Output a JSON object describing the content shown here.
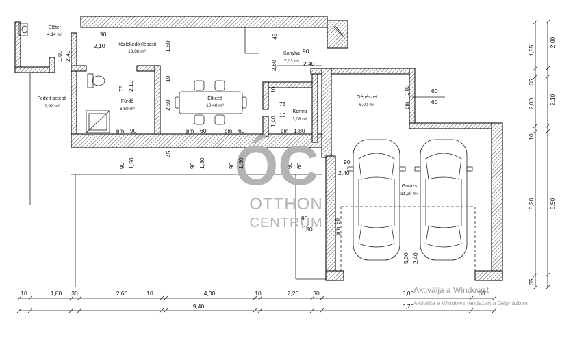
{
  "rooms": {
    "eloter": {
      "name": "Előtér",
      "area": "4,14 m²"
    },
    "kozlekedo": {
      "name": "Közlekedő+lépcső",
      "area": "13,06 m²"
    },
    "fedett": {
      "name": "Fedett belépő",
      "area": "2,92 m²"
    },
    "furdo": {
      "name": "Fürdő",
      "area": "6,50 m²"
    },
    "etkezo": {
      "name": "Étkező",
      "area": "10,40 m²"
    },
    "konyha": {
      "name": "Konyha",
      "area": "7,03 m²"
    },
    "kamra": {
      "name": "Kamra",
      "area": "3,08 m²"
    },
    "gepeszet": {
      "name": "Gépészet",
      "area": "6,00 m²"
    },
    "garazs": {
      "name": "Garázs",
      "area": "31,20 m²"
    }
  },
  "openings": {
    "d90_top": "90",
    "d210_top": "2,10",
    "d150_koz": "1,50",
    "d45_koz": "45",
    "d90_konyha": "90",
    "d240_konyha": "2,40",
    "d260_konyha": "2,60",
    "d100_left": "1,00",
    "d240_left": "2,40",
    "d75_furdo": "75",
    "d210_furdo": "2,10",
    "d10_mid": "10",
    "d250_mid": "2,50",
    "d10_kamra": "10",
    "d75_kamra": "75",
    "d10_kamra2": "10",
    "d140_kamra": "1,40",
    "pm_180_gep": "pm",
    "d180_gep": "1,80",
    "d60_gep_a": "60",
    "d60_gep_b": "60",
    "pm_furdo": "pm",
    "d90_furdo_win": "90",
    "pm_etk_a": "pm",
    "d60_etk_a": "60",
    "pm_etk_b": "pm",
    "d60_etk_b": "60",
    "pm_kamra": "pm",
    "d180_kamra": "1,80",
    "v90_a": "90",
    "v150": "1,50",
    "v45": "45",
    "v90_b": "90",
    "v180_a": "1,80",
    "v90_c": "90",
    "v180_b": "1,80",
    "v60_a": "60",
    "v60_b": "60",
    "d90_gar": "90",
    "d240_gar": "2,40",
    "d90_gar2": "90",
    "d150_gar2": "1,50",
    "pm_gar": "pm",
    "d80_gar": "80",
    "d500_gate": "5,00",
    "d240_gate": "2,40"
  },
  "dims_bottom_1": [
    "10",
    "1,80",
    "30",
    "2,60",
    "10",
    "4,00",
    "10",
    "2,20",
    "30",
    "6,00",
    "35"
  ],
  "dims_bottom_2": [
    "9,40",
    "6,70"
  ],
  "dims_right_1": [
    "1,55",
    "35",
    "2,00",
    "10",
    "5,20",
    "35"
  ],
  "dims_right_2": [
    "2,00",
    "2,10",
    "5,90"
  ],
  "watermark": {
    "line1": "OTTHON",
    "line2": "CENTRUM"
  },
  "windows_notice": {
    "title": "Aktiválja a Windowst",
    "subtitle": "Aktiválja a Windows rendszert a Gépházban"
  }
}
